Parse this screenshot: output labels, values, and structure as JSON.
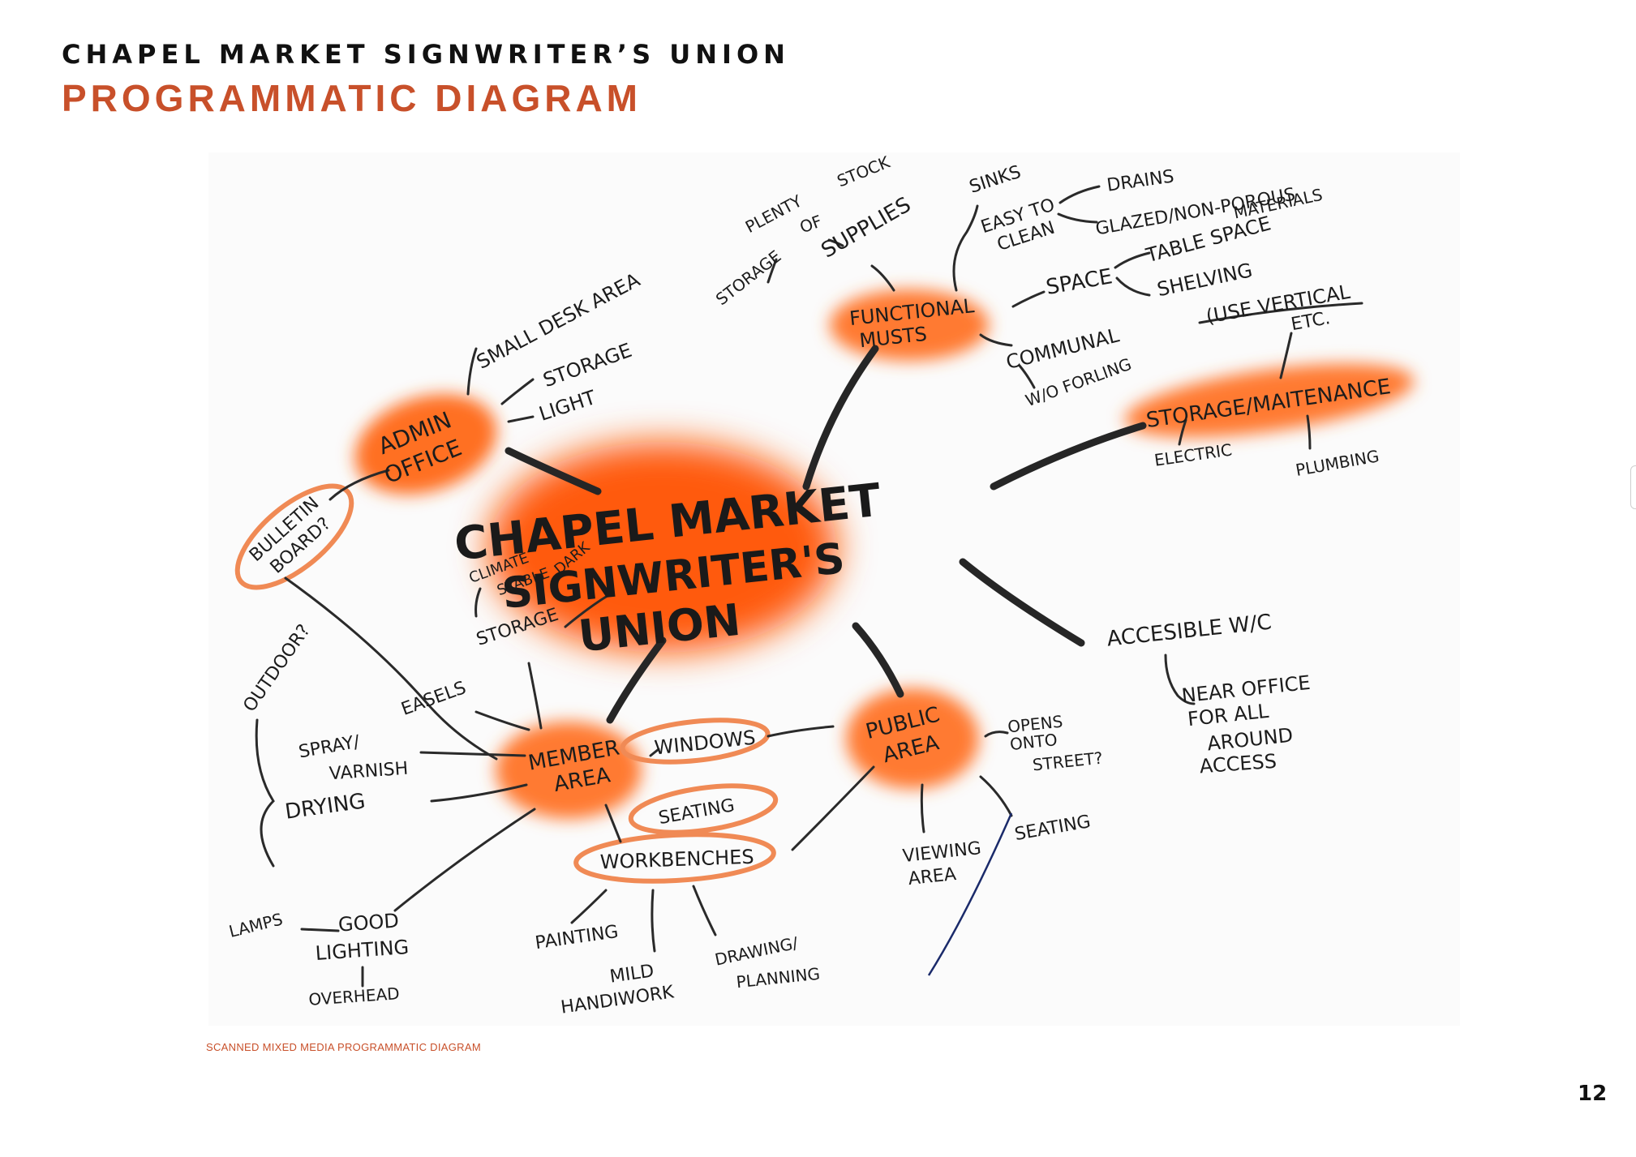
{
  "header": {
    "title": "CHAPEL MARKET SIGNWRITER’S UNION",
    "subtitle": "PROGRAMMATIC DIAGRAM"
  },
  "caption": "SCANNED MIXED MEDIA PROGRAMMATIC DIAGRAM",
  "page_number": "12",
  "colors": {
    "accent": "#c8502a",
    "blob": "#ff6a1a",
    "ink": "#1c1c1c"
  },
  "diagram": {
    "hub": {
      "line1": "CHAPEL MARKET",
      "line2": "SIGNWRITER'S",
      "line3": "UNION"
    },
    "admin": {
      "l1": "ADMIN",
      "l2": "OFFICE"
    },
    "admin_small_desk": "SMALL DESK AREA",
    "admin_storage": "STORAGE",
    "admin_light": "LIGHT",
    "bulletin": {
      "l1": "BULLETIN",
      "l2": "BOARD?"
    },
    "functional": {
      "l1": "FUNCTIONAL",
      "l2": "MUSTS"
    },
    "plenty": "PLENTY",
    "of": "OF",
    "stock": "STOCK",
    "storage_fn": "STORAGE",
    "supplies": "SUPPLIES",
    "sinks": "SINKS",
    "easy": {
      "l1": "EASY TO",
      "l2": "CLEAN"
    },
    "drains": "DRAINS",
    "glazed": "GLAZED/NON-POROUS",
    "materials": "MATERIALS",
    "space": "SPACE",
    "table_space": "TABLE SPACE",
    "shelving": "SHELVING",
    "use_vertical": "(USE VERTICAL",
    "communal": "COMMUNAL",
    "wo_forling": "W/O FORLING",
    "storage_maint": "STORAGE/MAITENANCE",
    "etc": "ETC.",
    "electric": "ELECTRIC",
    "plumbing": "PLUMBING",
    "accessible": "ACCESIBLE W/C",
    "near_office": {
      "l1": "NEAR OFFICE",
      "l2": "FOR ALL",
      "l3": "AROUND",
      "l4": "ACCESS"
    },
    "climate": "CLIMATE",
    "stable": "STABLE",
    "dark": "DARK",
    "storage_member": "STORAGE",
    "outdoor": "OUTDOOR?",
    "easels": "EASELS",
    "spray": {
      "l1": "SPRAY/",
      "l2": "VARNISH"
    },
    "drying": "DRYING",
    "member": {
      "l1": "MEMBER",
      "l2": "AREA"
    },
    "windows": "WINDOWS",
    "seating_member": "SEATING",
    "workbenches": "WORKBENCHES",
    "lamps": "LAMPS",
    "good_lighting": {
      "l1": "GOOD",
      "l2": "LIGHTING"
    },
    "overhead": "OVERHEAD",
    "painting": "PAINTING",
    "mild": {
      "l1": "MILD",
      "l2": "HANDIWORK"
    },
    "drawing": {
      "l1": "DRAWING/",
      "l2": "PLANNING"
    },
    "public": {
      "l1": "PUBLIC",
      "l2": "AREA"
    },
    "opens": {
      "l1": "OPENS",
      "l2": "ONTO",
      "l3": "STREET?"
    },
    "viewing": {
      "l1": "VIEWING",
      "l2": "AREA"
    },
    "seating_public": "SEATING"
  }
}
